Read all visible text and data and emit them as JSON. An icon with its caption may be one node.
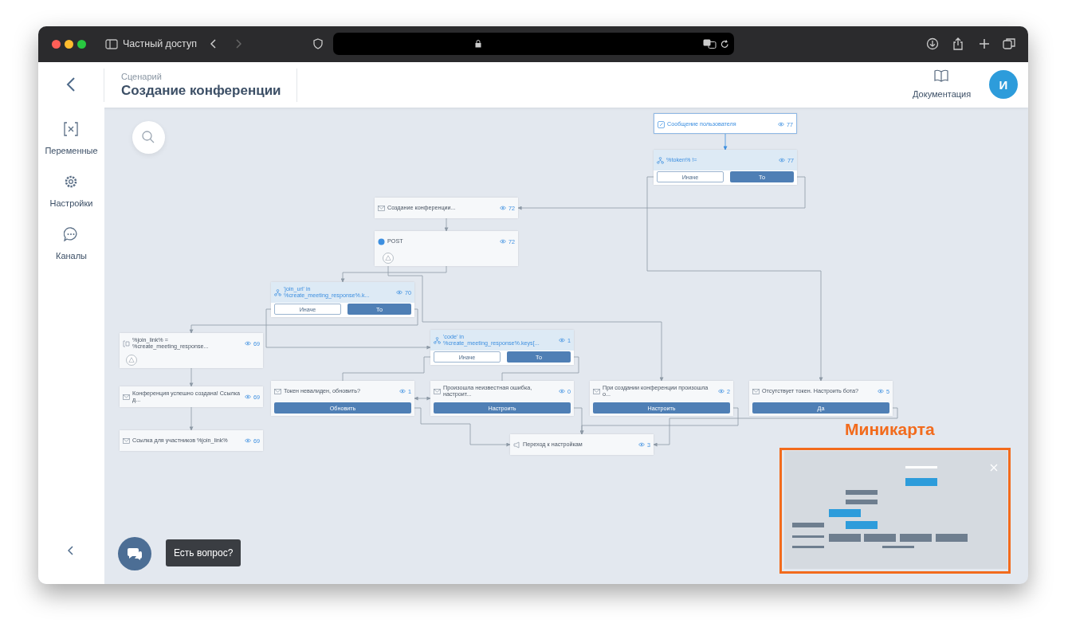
{
  "diagram": {
    "title": "Создание конференции",
    "nodes": [
      {
        "text": [
          "Сообщение пользователя",
          "77"
        ]
      },
      {
        "text": [
          "%token% !=",
          "77"
        ]
      },
      {
        "text": [
          "Иначе"
        ],
        "in": 1
      },
      {
        "text": [
          "То"
        ],
        "in": 1
      },
      {
        "text": [
          "Создание конференции...",
          "72"
        ]
      },
      {
        "text": [
          "POST",
          "72"
        ]
      },
      {
        "text": [],
        "shape": "circle",
        "in": 5
      },
      {
        "text": [
          "'join_url' in %create_meeting_response%.k...",
          "70"
        ]
      },
      {
        "text": [
          "Иначе"
        ],
        "in": 7
      },
      {
        "text": [
          "То"
        ],
        "in": 7
      },
      {
        "text": [
          "%join_link% = %create_meeting_response...",
          "69"
        ]
      },
      {
        "text": [],
        "shape": "circle",
        "in": 10
      },
      {
        "text": [
          "'code' in %create_meeting_response%.keys[...",
          "1"
        ]
      },
      {
        "text": [
          "Иначе"
        ],
        "in": 12
      },
      {
        "text": [
          "То"
        ],
        "in": 12
      },
      {
        "text": [
          "Конференция успешно создана! Ссылка д...",
          "69"
        ]
      },
      {
        "text": [
          "Ссылка для участников %join_link%",
          "69"
        ]
      },
      {
        "text": [
          "Токен невалиден, обновить?",
          "1"
        ]
      },
      {
        "text": [
          "Обновить"
        ],
        "in": 17
      },
      {
        "text": [
          "Произошла неизвестная ошибка, настроит...",
          "0"
        ]
      },
      {
        "text": [
          "Настроить"
        ],
        "in": 19
      },
      {
        "text": [
          "При создании конференции произошла о...",
          "2"
        ]
      },
      {
        "text": [
          "Настроить"
        ],
        "in": 21
      },
      {
        "text": [
          "Отсутствует токен. Настроить бота?",
          "5"
        ]
      },
      {
        "text": [
          "Да"
        ],
        "in": 23
      },
      {
        "text": [
          "Переход к настройкам",
          "3"
        ]
      }
    ],
    "edges": [
      {
        "from": 0,
        "to": 1,
        "arrow": "to",
        "color": "#3d8fe0"
      },
      {
        "from": 3,
        "to": 4,
        "arrow": "to"
      },
      {
        "from": 2,
        "to": 23,
        "arrow": "to"
      },
      {
        "from": 4,
        "to": 5,
        "arrow": "to"
      },
      {
        "from": 5,
        "to": 7,
        "arrow": "to"
      },
      {
        "from": 6,
        "to": 21,
        "arrow": "to"
      },
      {
        "from": 9,
        "to": 10,
        "arrow": "to"
      },
      {
        "from": 8,
        "to": 12,
        "arrow": "to"
      },
      {
        "from": 10,
        "to": 15,
        "arrow": "to"
      },
      {
        "from": 15,
        "to": 16,
        "arrow": "to"
      },
      {
        "from": 13,
        "to": 17,
        "arrow": "none"
      },
      {
        "from": 14,
        "to": 19,
        "arrow": "none"
      },
      {
        "from": 17,
        "to": 19,
        "arrow": "both"
      },
      {
        "from": 18,
        "to": 25,
        "arrow": "to"
      },
      {
        "from": 20,
        "to": 25,
        "arrow": "to"
      },
      {
        "from": 22,
        "to": 25,
        "arrow": "to"
      },
      {
        "from": 24,
        "to": 25,
        "arrow": "to"
      }
    ],
    "labels": [
      "Частный доступ",
      "Сценарий",
      "Документация",
      "И",
      "Переменные",
      "Настройки",
      "Каналы",
      "Есть вопрос?",
      "Миникарта"
    ]
  }
}
